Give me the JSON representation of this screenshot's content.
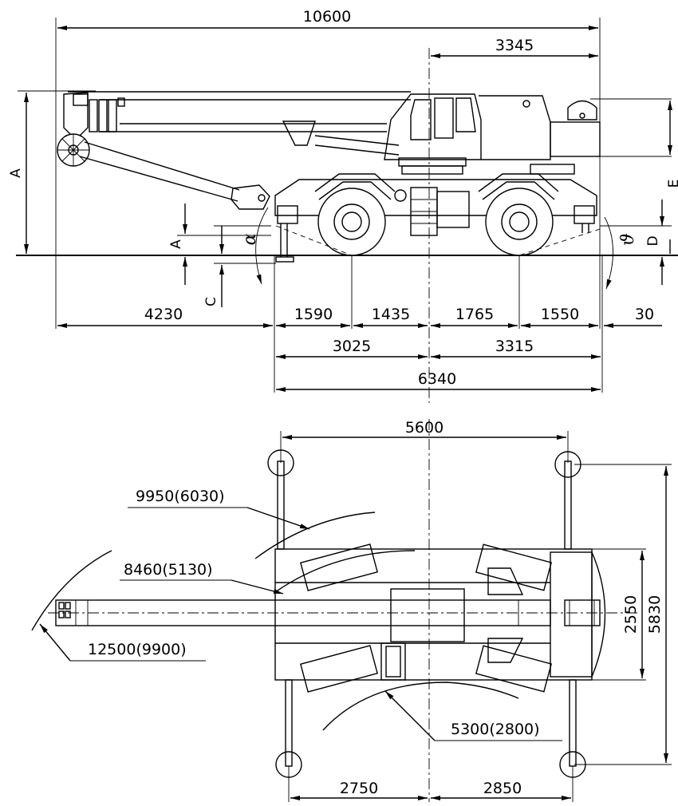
{
  "side_view": {
    "dims": {
      "overall_length": "10600",
      "rear_overhang": "3345",
      "boom_front": "4230",
      "d1": "1590",
      "d2": "1435",
      "d3": "1765",
      "d4": "1550",
      "d5": "30",
      "front_half": "3025",
      "rear_half": "3315",
      "wheelbase_total": "6340"
    },
    "letters": {
      "height": "A",
      "a_small": "A",
      "c": "C",
      "d": "D",
      "e": "E",
      "alpha": "α",
      "beta": "ϑ"
    }
  },
  "top_view": {
    "dims": {
      "outrigger_span": "5600",
      "width": "2550",
      "outrigger_width": "5830",
      "front_spread": "2750",
      "rear_spread": "2850"
    },
    "radii": {
      "r1": "9950(6030)",
      "r2": "8460(5130)",
      "r3": "12500(9900)",
      "r4": "5300(2800)"
    }
  }
}
